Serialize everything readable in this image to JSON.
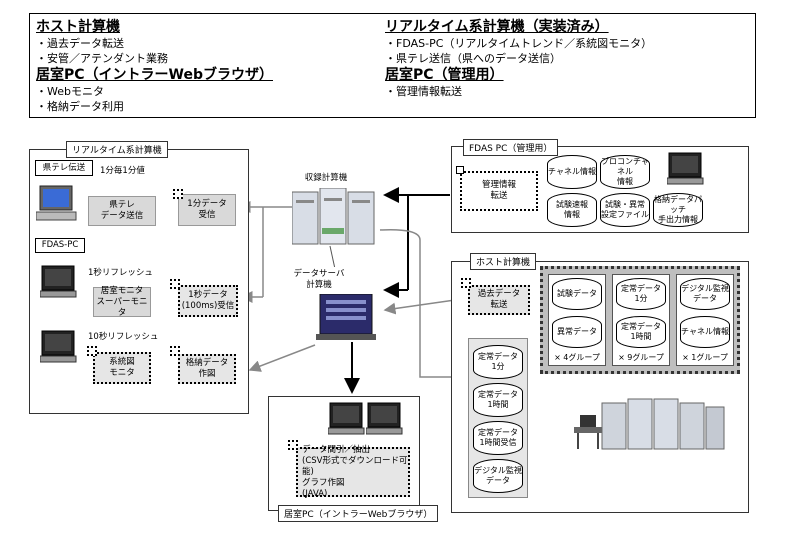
{
  "header": {
    "left": {
      "title1": "ホスト計算機",
      "items1": [
        "・過去データ転送",
        "・安管／アテンダント業務"
      ],
      "title2": "居室PC（イントラーWebブラウザ）",
      "items2": [
        "・Webモニタ",
        "・格納データ利用"
      ]
    },
    "right": {
      "title1": "リアルタイム系計算機（実装済み）",
      "items1": [
        "・FDAS-PC（リアルタイムトレンド／系統図モニタ）",
        "・県テレ送信（県へのデータ送信）"
      ],
      "title2": "居室PC（管理用）",
      "items2": [
        "・管理情報転送"
      ]
    }
  },
  "realtime": {
    "title": "リアルタイム系計算機",
    "ken_tele": "県テレ伝送",
    "interval1": "1分毎1分値",
    "ken_send": "県テレ\nデータ送信",
    "recv1min": "1分データ\n受信",
    "fdas": "FDAS-PC",
    "refresh1": "1秒リフレッシュ",
    "kyoshitsu_monitor": "居室モニタ\nスーパーモニタ",
    "recv1sec": "1秒データ\n(100ms)受信",
    "refresh10": "10秒リフレッシュ",
    "keitouzu": "系統図\nモニタ",
    "kakunou_sakuzu": "格納データ\n作図"
  },
  "shuroku": {
    "label": "収録計算機"
  },
  "dataserver": {
    "label": "データサーバ\n計算機"
  },
  "fdas_mgmt": {
    "title": "FDAS PC（管理用）",
    "kanri": "管理情報\n転送",
    "cyls": [
      "チャネル情報",
      "プロコンチャネル\n情報",
      "試験速報\n情報",
      "試験・異常\n設定ファイル",
      "格納データパッチ\n手出力情報"
    ]
  },
  "host": {
    "title": "ホスト計算機",
    "kako": "過去データ\n転送",
    "store": [
      "定常データ\n1分",
      "定常データ\n1時間",
      "定常データ\n1時間受信",
      "デジタル監視\nデータ"
    ],
    "groups": [
      {
        "cyls": [
          "試験データ",
          "異常データ"
        ],
        "label": "× 4グループ"
      },
      {
        "cyls": [
          "定常データ\n1分",
          "定常データ\n1時間"
        ],
        "label": "× 9グループ"
      },
      {
        "cyls": [
          "デジタル監視\nデータ",
          "チャネル情報"
        ],
        "label": "× 1グループ"
      }
    ]
  },
  "intra": {
    "title": "居室PC（イントラーWebブラウザ）",
    "desc": "データ間引／抽出\n(CSV形式でダウンロード可能)\nグラフ作図\n(JAVA)"
  }
}
